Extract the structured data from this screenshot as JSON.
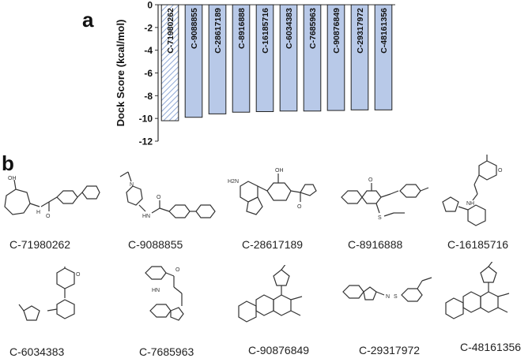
{
  "panel_a_label": "a",
  "panel_b_label": "b",
  "chart_data": {
    "type": "bar",
    "ylabel": "Dock Score (kcal/mol)",
    "ylim": [
      -12,
      0
    ],
    "yticks": [
      0,
      -2,
      -4,
      -6,
      -8,
      -10,
      -12
    ],
    "categories": [
      "C-71980262",
      "C-9088855",
      "C-28617189",
      "C-8916888",
      "C-16185716",
      "C-6034383",
      "C-7685963",
      "C-90876849",
      "C-29317972",
      "C-48161356"
    ],
    "values": [
      -10.2,
      -9.9,
      -9.6,
      -9.45,
      -9.4,
      -9.35,
      -9.35,
      -9.3,
      -9.25,
      -9.25
    ],
    "bar_styles": [
      "hatched",
      "solid",
      "solid",
      "solid",
      "solid",
      "solid",
      "solid",
      "solid",
      "solid",
      "solid"
    ],
    "colors": {
      "bar_fill": "#b8c9e8",
      "bar_stroke": "#222222",
      "hatch": "#8fa8d6"
    }
  },
  "compounds": [
    {
      "id": "C-71980262"
    },
    {
      "id": "C-9088855"
    },
    {
      "id": "C-28617189"
    },
    {
      "id": "C-8916888"
    },
    {
      "id": "C-16185716"
    },
    {
      "id": "C-6034383"
    },
    {
      "id": "C-7685963"
    },
    {
      "id": "C-90876849"
    },
    {
      "id": "C-29317972"
    },
    {
      "id": "C-48161356"
    }
  ]
}
